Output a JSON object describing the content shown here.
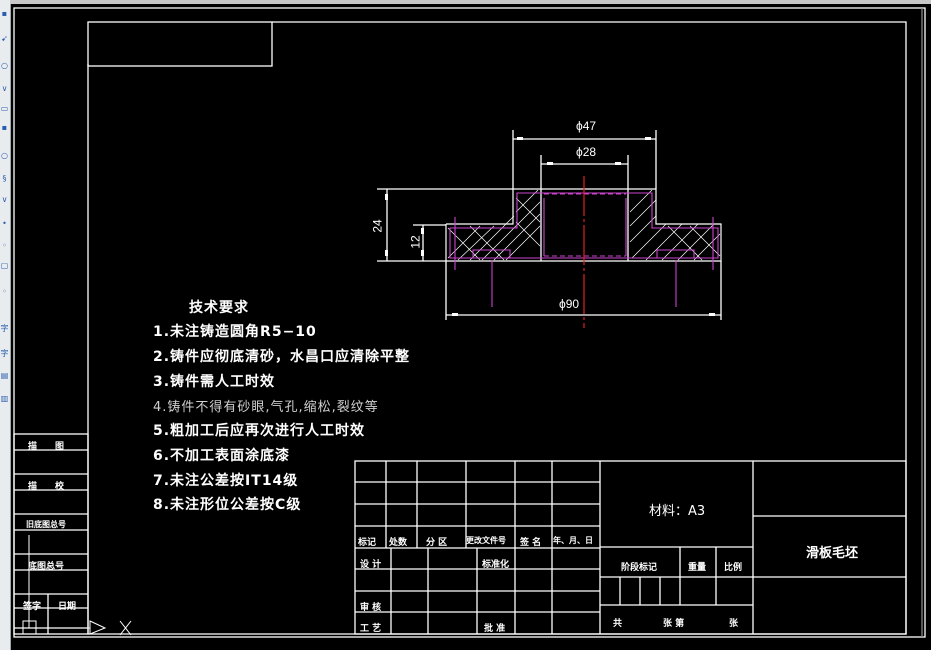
{
  "app": {
    "canvas_background": "#000000",
    "line_color": "#ffffff",
    "hatch_color": "#cc44cc",
    "centerline_color": "#e02020"
  },
  "left_toolbar": {
    "icons": [
      "line-icon",
      "arrow-icon",
      "circle-icon",
      "polyline-icon",
      "rectangle-icon",
      "arc-icon",
      "ellipse-icon",
      "spline-icon",
      "point-icon",
      "hatch-icon",
      "region-icon",
      "table-icon",
      "text-icon",
      "mtext-icon",
      "block-icon",
      "insert-icon"
    ]
  },
  "drawing": {
    "dimensions": {
      "d47": "ϕ47",
      "d28": "ϕ28",
      "d90": "ϕ90",
      "h24": "24",
      "h12": "12"
    }
  },
  "tech_requirements": {
    "title": "技术要求",
    "items": [
      "1.未注铸造圆角R5−10",
      "2.铸件应彻底清砂，水昌口应清除平整",
      "3.铸件需人工时效",
      "4.铸件不得有砂眼,气孔,缩松,裂纹等",
      "5.粗加工后应再次进行人工时效",
      "6.不加工表面涂底漆",
      "7.未注公差按IT14级",
      "8.未注形位公差按C级"
    ]
  },
  "left_strip": {
    "rows": [
      "描　　图",
      "描　　校",
      "旧底图总号",
      "底图总号"
    ],
    "sign": "签字",
    "date": "日期"
  },
  "title_block": {
    "revision_headers": [
      "标记",
      "处数",
      "分 区",
      "更改文件号",
      "签 名",
      "年、月、日"
    ],
    "design": "设 计",
    "standardization": "标准化",
    "review": "审 核",
    "process": "工 艺",
    "approve": "批 准",
    "material": "材料：A3",
    "stage_mark": "阶段标记",
    "weight": "重量",
    "scale": "比例",
    "sheets_total": "共",
    "sheets_of": "张 第",
    "sheets_end": "张",
    "drawing_name": "滑板毛坯"
  }
}
